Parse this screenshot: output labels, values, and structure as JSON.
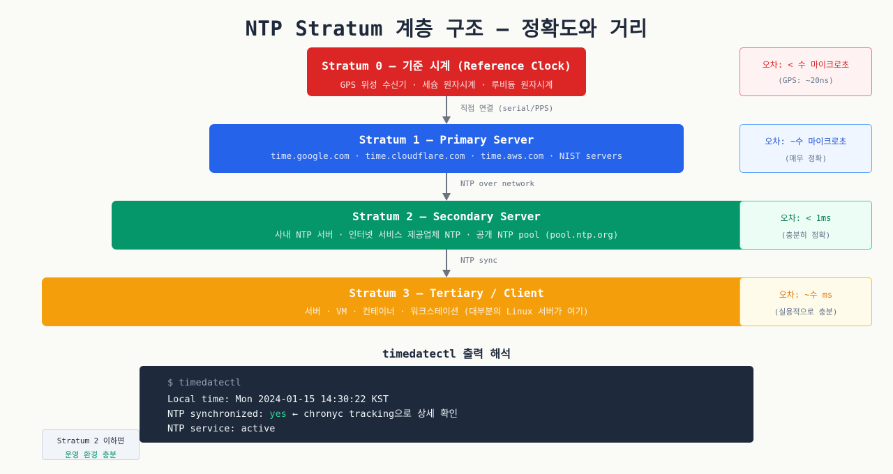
{
  "title": "NTP Stratum 계층 구조 — 정확도와 거리",
  "tiers": [
    {
      "name": "Stratum 0 — 기준 시계 (Reference Clock)",
      "desc": "GPS 위성 수신기 · 세슘 원자시계 · 루비듐 원자시계",
      "color": "#dc2626"
    },
    {
      "name": "Stratum 1 — Primary Server",
      "desc": "time.google.com · time.cloudflare.com · time.aws.com · NIST servers",
      "color": "#2563eb"
    },
    {
      "name": "Stratum 2 — Secondary Server",
      "desc": "사내 NTP 서버 · 인터넷 서비스 제공업체 NTP · 공개 NTP pool (pool.ntp.org)",
      "color": "#059669"
    },
    {
      "name": "Stratum 3 — Tertiary / Client",
      "desc": "서버 · VM · 컨테이너 · 워크스테이션 (대부분의 Linux 서버가 여기)",
      "color": "#f59e0b"
    }
  ],
  "connections": [
    "직접 연결 (serial/PPS)",
    "NTP over network",
    "NTP sync"
  ],
  "accuracy": [
    {
      "value": "오차: < 수 마이크로초",
      "note": "(GPS: ~20ns)"
    },
    {
      "value": "오차: ~수 마이크로초",
      "note": "(매우 정확)"
    },
    {
      "value": "오차: < 1ms",
      "note": "(충분히 정확)"
    },
    {
      "value": "오차: ~수 ms",
      "note": "(실용적으로 충분)"
    }
  ],
  "section_title": "timedatectl 출력 해석",
  "terminal": {
    "prompt": "$ timedatectl",
    "local_time": "Local time: Mon 2024-01-15 14:30:22 KST",
    "sync_label": "NTP synchronized: ",
    "sync_value": "yes",
    "sync_note": " ← chronyc tracking으로 상세 확인",
    "service": "NTP service: active"
  },
  "note": {
    "line1": "Stratum 2 이하면",
    "line2": "운영 환경 충분"
  }
}
